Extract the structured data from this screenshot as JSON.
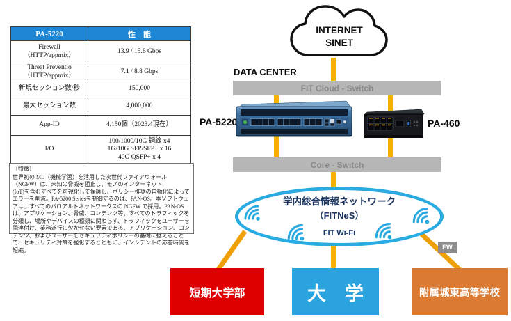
{
  "table": {
    "header": {
      "device": "PA-5220",
      "perf": "性　能"
    },
    "rows": [
      {
        "label": [
          "Firewall",
          "（HTTP/appmix）"
        ],
        "value": [
          "13.9 / 15.6 Gbps"
        ]
      },
      {
        "label": [
          "Threat Preventio",
          "（HTTP/appmix）"
        ],
        "value": [
          "7.1 / 8.8 Gbps"
        ]
      },
      {
        "label": [
          "新規セッション数/秒"
        ],
        "value": [
          "150,000"
        ]
      },
      {
        "label": [
          "最大セッション数"
        ],
        "value": [
          "4,000,000"
        ]
      },
      {
        "label": [
          "App-ID"
        ],
        "value": [
          "4,150個（2023.4現在）"
        ]
      },
      {
        "label": [
          "I/O"
        ],
        "value": [
          "100/1000/10G 銅線 x4",
          "1G/10G SFP/SFP+ x 16",
          "40G QSFP+ x 4"
        ]
      }
    ]
  },
  "features": {
    "title": "〔特徴〕",
    "paragraphs": [
      "世界初の ML（機械学習）を活用した次世代ファイアウォール（NGFW）は、未知の脅威を阻止し、モノのインターネット",
      "(IoT)を含むすべてを可視化して保護し、ポリシー推奨の自動化によってエラーを削減。PA-5200 Seriesを制御するのは、PAN-OS。本ソフトウェアは、すべてのパロアルトネットワークスの NGFW で採用。PAN-OS は、アプリケーション、脅威、コンテンツ等、すべてのトラフィックを分類し、場所やデバイスの種類に関わらず、トラフィックをユーザーを関連付け、業務遂行に欠かせない要素である、アプリケーション、コンテンツ、およびユーザーをセキュリティポリシーの基礎に据えることで、セキュリティ対策を強化するとともに、インシデントの応答時間を短縮。"
    ]
  },
  "diagram": {
    "cloud": {
      "line1": "INTERNET",
      "line2": "SINET"
    },
    "data_center_label": "DATA CENTER",
    "fit_cloud_switch_label": "FIT Cloud - Switch",
    "core_switch_label": "Core - Switch",
    "pa5220_label": "PA-5220",
    "pa460_label": "PA-460",
    "network": {
      "title": "学内総合情報ネットワーク",
      "subtitle": "（FITNeS）",
      "wifi_label": "FIT Wi-Fi"
    },
    "fw_label": "FW",
    "sites": [
      {
        "label": "短期大学部",
        "color": "#DE0000"
      },
      {
        "label": "大　学",
        "color": "#2BA3DE"
      },
      {
        "label": "附属城東高等学校",
        "color": "#DB7B33"
      }
    ]
  },
  "icons": [
    "cloud-icon",
    "wifi-icon",
    "pa5220-appliance-image",
    "pa460-appliance-image"
  ],
  "colors": {
    "table_header_bg": "#1E87D5",
    "link_line_vertical": "#F6B100",
    "link_line_diagonal": "#EFA007",
    "switch_bar_bg": "#B6B6B6",
    "switch_bar_text": "#8A8A8A",
    "ellipse_border": "#29ABE2",
    "network_text": "#1F3864",
    "fw_tag_bg": "#8D8D8D"
  }
}
